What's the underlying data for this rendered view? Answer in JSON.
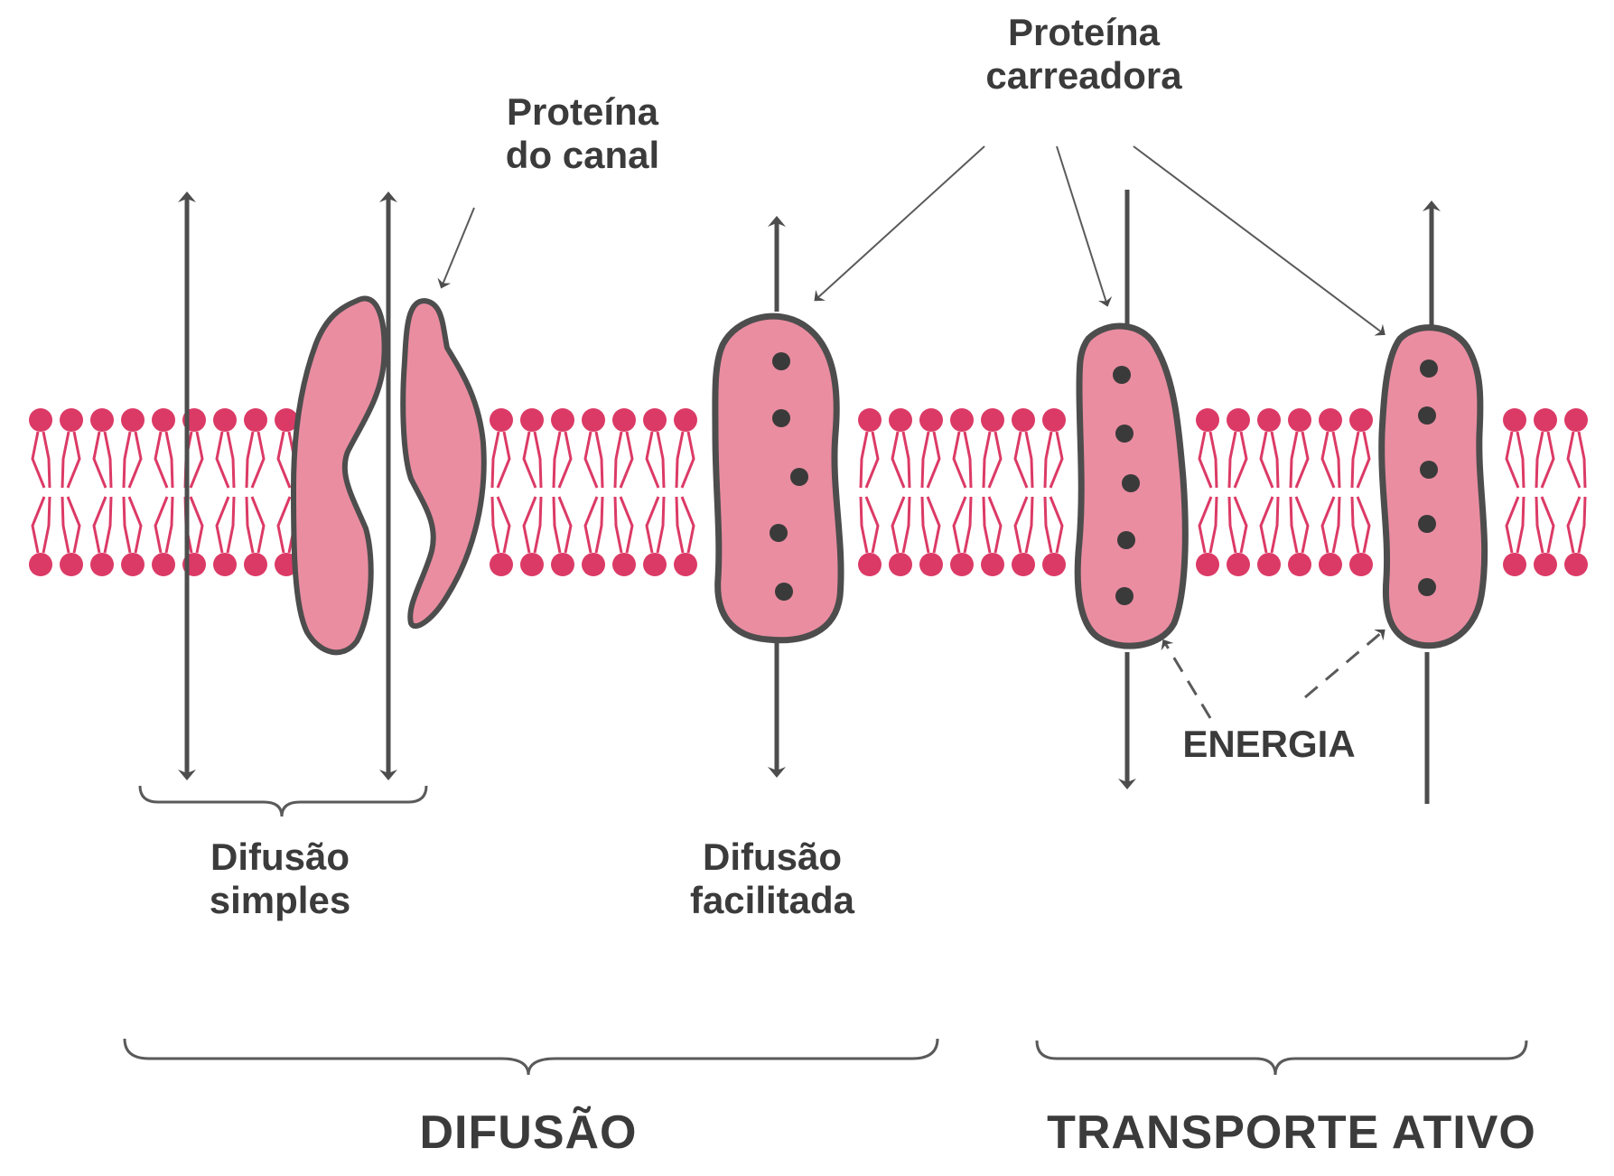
{
  "labels": {
    "channel_protein": "Proteína\ndo canal",
    "carrier_protein": "Proteína\ncarreadora",
    "energy": "ENERGIA",
    "simple_diffusion": "Difusão\nsimples",
    "facilitated_diffusion": "Difusão\nfacilitada",
    "diffusion": "DIFUSÃO",
    "active_transport": "TRANSPORTE ATIVO"
  },
  "colors": {
    "lipid": "#dc3a66",
    "protein_fill": "#ea8da1",
    "protein_stroke": "#4d4d4d",
    "line": "#4d4d4d",
    "text": "#3b3b3b"
  }
}
